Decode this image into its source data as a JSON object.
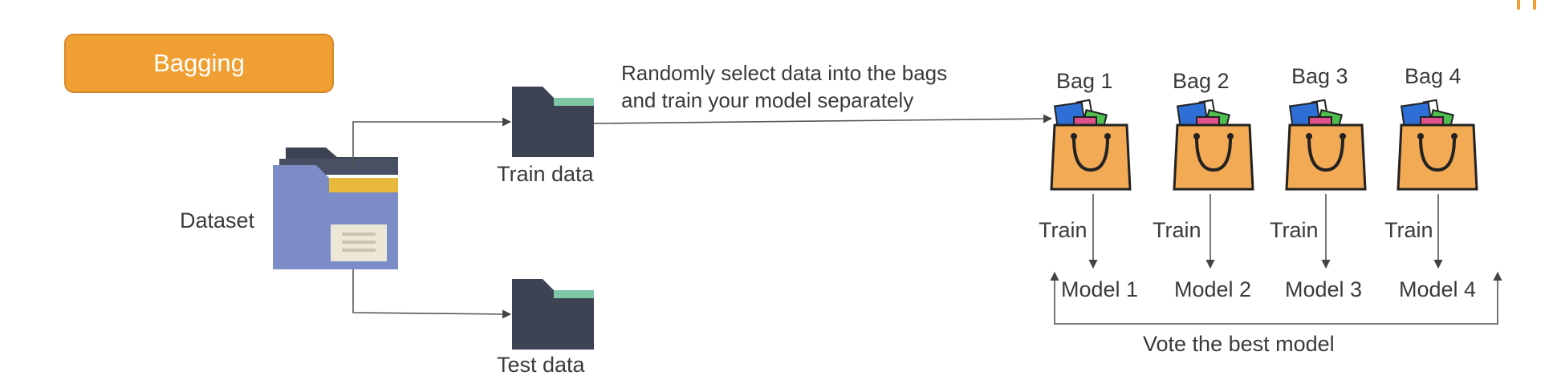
{
  "title_badge": "Bagging",
  "dataset_label": "Dataset",
  "train_label": "Train data",
  "test_label": "Test data",
  "select_note": [
    "Randomly select data into the bags",
    "and train your model separately"
  ],
  "bags": [
    {
      "bag": "Bag 1",
      "step": "Train",
      "model": "Model 1"
    },
    {
      "bag": "Bag 2",
      "step": "Train",
      "model": "Model 2"
    },
    {
      "bag": "Bag 3",
      "step": "Train",
      "model": "Model 3"
    },
    {
      "bag": "Bag 4",
      "step": "Train",
      "model": "Model 4"
    }
  ],
  "vote_label": "Vote the best model",
  "colors": {
    "orange": "#f0a033",
    "folder_dark": "#3d4352",
    "folder_blue": "#7b8cc6",
    "folder_yellow": "#e8b93a",
    "teal": "#7fc8a6",
    "bag_fill": "#f2aa55",
    "line": "#555555"
  }
}
